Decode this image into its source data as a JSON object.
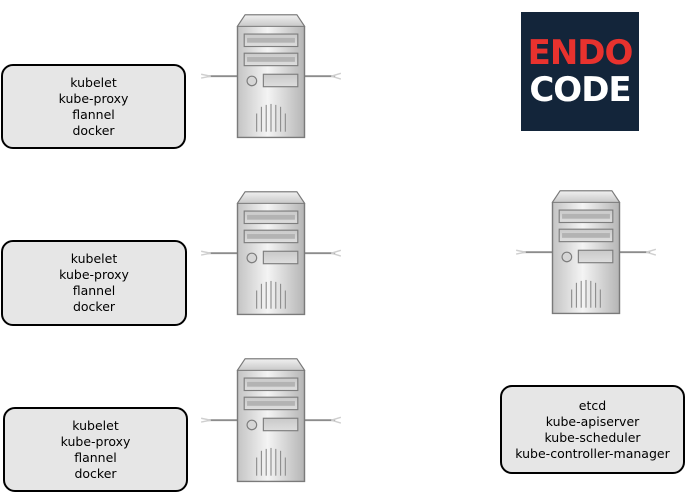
{
  "worker_nodes": [
    {
      "services": [
        "kubelet",
        "kube-proxy",
        "flannel",
        "docker"
      ]
    },
    {
      "services": [
        "kubelet",
        "kube-proxy",
        "flannel",
        "docker"
      ]
    },
    {
      "services": [
        "kubelet",
        "kube-proxy",
        "flannel",
        "docker"
      ]
    }
  ],
  "master_node": {
    "services": [
      "etcd",
      "kube-apiserver",
      "kube-scheduler",
      "kube-controller-manager"
    ]
  },
  "logo": {
    "line1": "ENDO",
    "line2": "CODE"
  },
  "colors": {
    "box_fill": "#e6e6e6",
    "logo_background": "#13253a",
    "logo_red": "#e8322e",
    "logo_white": "#ffffff"
  },
  "icons": [
    "server-icon",
    "network-cable-icon"
  ]
}
